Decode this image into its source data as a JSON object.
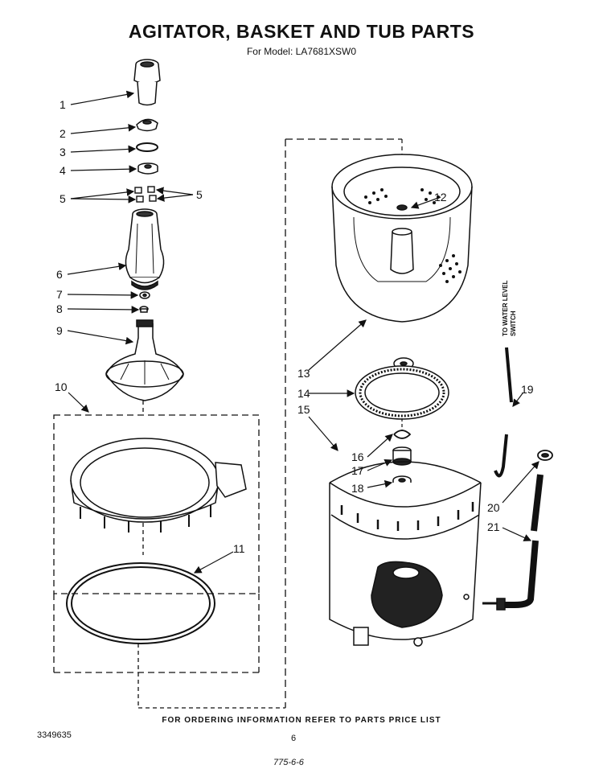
{
  "title": "AGITATOR, BASKET AND TUB PARTS",
  "model_line": "For Model: LA7681XSW0",
  "callouts": [
    "1",
    "2",
    "3",
    "4",
    "5",
    "5",
    "6",
    "7",
    "8",
    "9",
    "10",
    "11",
    "12",
    "13",
    "14",
    "15",
    "16",
    "17",
    "18",
    "19",
    "20",
    "21"
  ],
  "side_note_line1": "TO WATER LEVEL",
  "side_note_line2": "SWITCH",
  "footer": "FOR ORDERING INFORMATION REFER TO PARTS PRICE LIST",
  "doc_number": "3349635",
  "page_number": "6",
  "handwritten_note": "775-6-6"
}
